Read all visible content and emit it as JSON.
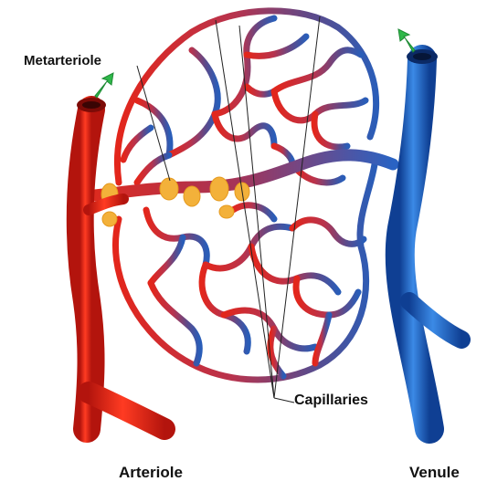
{
  "labels": {
    "metarteriole": "Metarteriole",
    "capillaries": "Capillaries",
    "arteriole": "Arteriole",
    "venule": "Venule"
  },
  "colors": {
    "arteriole": "#e3261b",
    "venule": "#1f66c8",
    "capillary_mid": "#8a3d6a",
    "sphincter": "#f3b13a",
    "flow_arrow": "#2fb84a"
  }
}
